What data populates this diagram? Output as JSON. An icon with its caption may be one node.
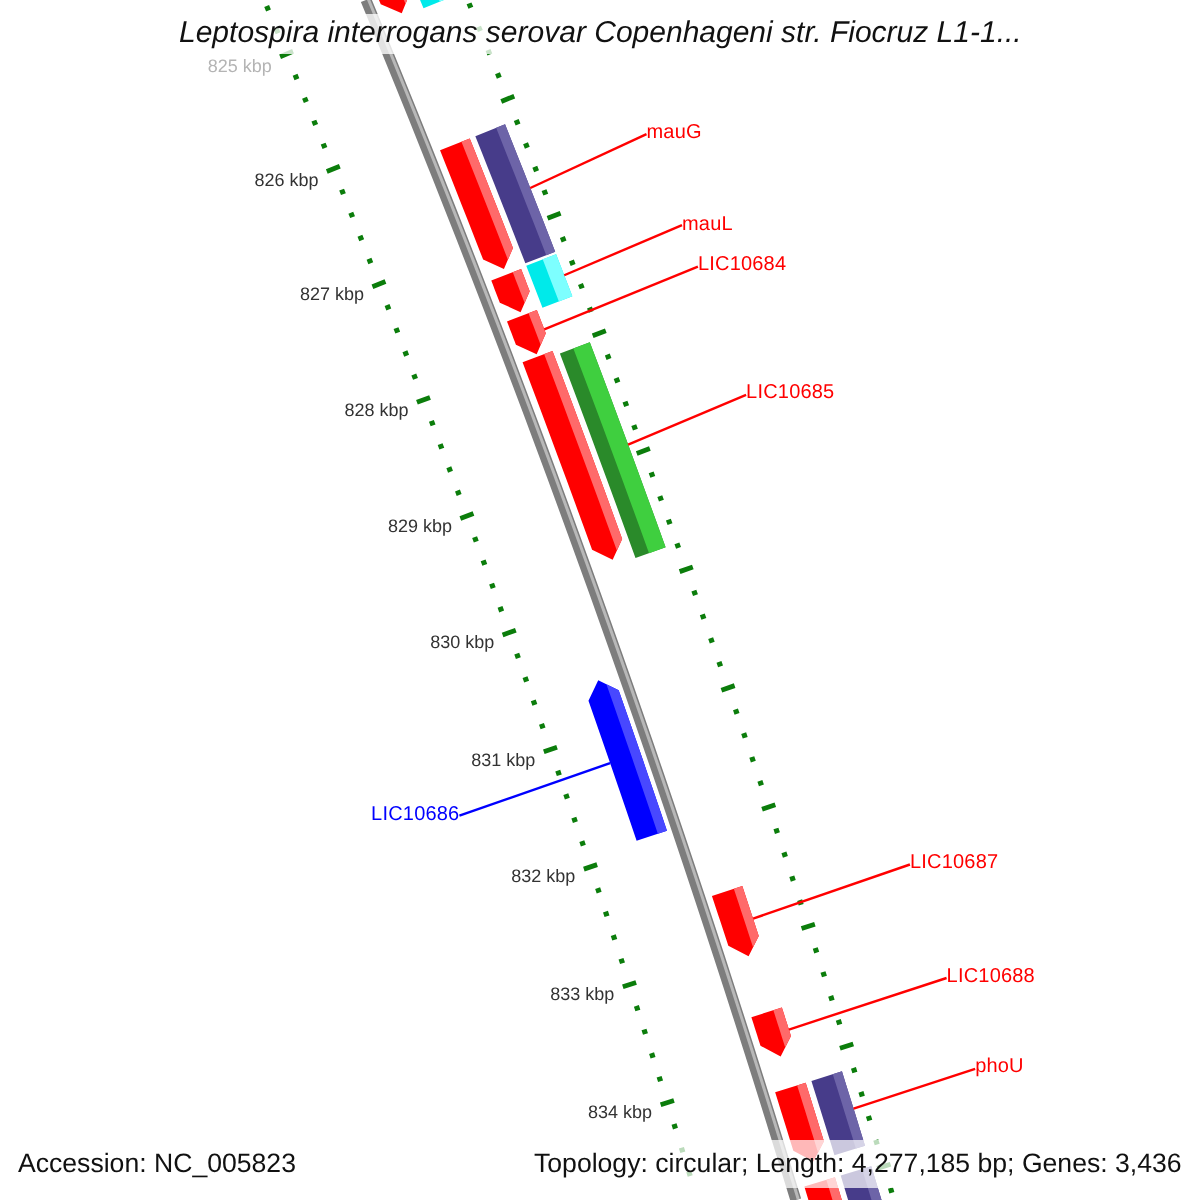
{
  "diagram": {
    "title": "Leptospira interrogans serovar Copenhageni str. Fiocruz L1-1...",
    "nodes": [
      {
        "text": [],
        "shape": "pentagon"
      },
      {
        "text": [],
        "shape": "bar"
      },
      {
        "text": [
          "mauG"
        ]
      },
      {
        "text": [],
        "shape": "bar"
      },
      {
        "text": [],
        "shape": "pentagon"
      },
      {
        "text": [
          "mauL"
        ]
      },
      {
        "text": [
          "LIC10684"
        ]
      },
      {
        "text": [],
        "shape": "bar"
      },
      {
        "text": [],
        "shape": "pentagon"
      },
      {
        "text": [],
        "shape": "pentagon"
      },
      {
        "text": [
          "LIC10685"
        ]
      },
      {
        "text": [],
        "shape": "pentagon"
      },
      {
        "text": [],
        "shape": "bar"
      },
      {
        "text": [],
        "shape": "pentagon"
      },
      {
        "text": [
          "LIC10686"
        ]
      },
      {
        "text": [
          "LIC10687"
        ]
      },
      {
        "text": [],
        "shape": "pentagon"
      },
      {
        "text": [
          "LIC10688"
        ]
      },
      {
        "text": [],
        "shape": "pentagon"
      },
      {
        "text": [
          "phoU"
        ]
      },
      {
        "text": [],
        "shape": "pentagon"
      },
      {
        "text": [],
        "shape": "bar"
      },
      {
        "text": [],
        "shape": "bar"
      },
      {
        "text": [],
        "shape": "bar"
      }
    ],
    "edges": [
      {
        "from": 2,
        "to": 3,
        "arrow": "none"
      },
      {
        "from": 5,
        "to": 7,
        "arrow": "none"
      },
      {
        "from": 6,
        "to": 9,
        "arrow": "none"
      },
      {
        "from": 10,
        "to": 12,
        "arrow": "none"
      },
      {
        "from": 14,
        "to": 13,
        "arrow": "none",
        "color": "#0000ff"
      },
      {
        "from": 15,
        "to": 16,
        "arrow": "none"
      },
      {
        "from": 17,
        "to": 18,
        "arrow": "none"
      },
      {
        "from": 19,
        "to": 21,
        "arrow": "none"
      }
    ],
    "labels": [
      "825 kbp",
      "826 kbp",
      "827 kbp",
      "828 kbp",
      "829 kbp",
      "830 kbp",
      "831 kbp",
      "832 kbp",
      "833 kbp",
      "834 kbp",
      "Accession: NC_005823",
      "Topology: circular; Length: 4,277,185 bp; Genes: 3,436"
    ]
  }
}
